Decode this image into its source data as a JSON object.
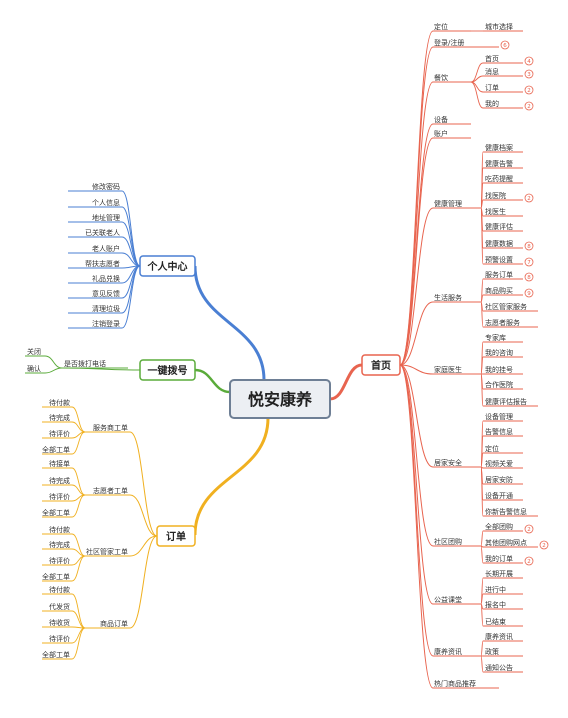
{
  "root": {
    "label": "悦安康养"
  },
  "colors": {
    "home": "#e8644f",
    "personal": "#4a7fd3",
    "dial": "#5aab3a",
    "order": "#f0b020",
    "root_border": "#6e7f95",
    "root_bg": "#eceff3"
  },
  "home": {
    "label": "首页",
    "branches": [
      {
        "label": "定位",
        "children": [
          {
            "label": "城市选择"
          }
        ]
      },
      {
        "label": "登录/注册",
        "badge": "6"
      },
      {
        "label": "餐饮",
        "children": [
          {
            "label": "首页",
            "badge": "4"
          },
          {
            "label": "消息",
            "badge": "3"
          },
          {
            "label": "订单",
            "badge": "2"
          },
          {
            "label": "我的",
            "badge": "2"
          }
        ]
      },
      {
        "label": "设备"
      },
      {
        "label": "账户"
      },
      {
        "label": "健康管理",
        "children": [
          {
            "label": "健康档案"
          },
          {
            "label": "健康告警"
          },
          {
            "label": "吃药提醒"
          },
          {
            "label": "找医院",
            "badge": "2"
          },
          {
            "label": "找医生"
          },
          {
            "label": "健康评估"
          },
          {
            "label": "健康数据",
            "badge": "8"
          },
          {
            "label": "预警设置",
            "badge": "7"
          }
        ]
      },
      {
        "label": "生活服务",
        "children": [
          {
            "label": "服务订单",
            "badge": "8"
          },
          {
            "label": "商品购买",
            "badge": "9"
          },
          {
            "label": "社区管家服务"
          },
          {
            "label": "志愿者服务"
          }
        ]
      },
      {
        "label": "家庭医生",
        "children": [
          {
            "label": "专家库"
          },
          {
            "label": "我的咨询"
          },
          {
            "label": "我的挂号"
          },
          {
            "label": "合作医院"
          },
          {
            "label": "健康评估报告"
          }
        ]
      },
      {
        "label": "居家安全",
        "children": [
          {
            "label": "设备管理"
          },
          {
            "label": "告警信息"
          },
          {
            "label": "定位"
          },
          {
            "label": "视频关爱"
          },
          {
            "label": "居家安防"
          },
          {
            "label": "设备开通"
          },
          {
            "label": "你新告警信息"
          }
        ]
      },
      {
        "label": "社区团购",
        "children": [
          {
            "label": "全部团购",
            "badge": "2"
          },
          {
            "label": "其他团购网点",
            "badge": "2"
          },
          {
            "label": "我的订单",
            "badge": "2"
          }
        ]
      },
      {
        "label": "公益课堂",
        "children": [
          {
            "label": "长期开展"
          },
          {
            "label": "进行中"
          },
          {
            "label": "报名中"
          },
          {
            "label": "已结束"
          }
        ]
      },
      {
        "label": "康养资讯",
        "children": [
          {
            "label": "康养资讯"
          },
          {
            "label": "政策"
          },
          {
            "label": "通知公告"
          }
        ]
      },
      {
        "label": "热门商品推荐"
      }
    ]
  },
  "personal": {
    "label": "个人中心",
    "items": [
      "修改密码",
      "个人信息",
      "地址管理",
      "已关联老人",
      "老人账户",
      "帮扶志愿者",
      "礼品兑换",
      "意见反馈",
      "清理垃圾",
      "注销登录"
    ]
  },
  "dial": {
    "label": "一键拨号",
    "question": "是否拨打电话",
    "options": [
      "关闭",
      "确认"
    ]
  },
  "order": {
    "label": "订单",
    "groups": [
      {
        "label": "服务商工单",
        "items": [
          "待付款",
          "待完成",
          "待评价",
          "全部工单"
        ]
      },
      {
        "label": "志愿者工单",
        "items": [
          "待接单",
          "待完成",
          "待评价",
          "全部工单"
        ]
      },
      {
        "label": "社区管家工单",
        "items": [
          "待付款",
          "待完成",
          "待评价",
          "全部工单"
        ]
      },
      {
        "label": "商品订单",
        "items": [
          "待付款",
          "代发货",
          "待收货",
          "待评价",
          "全部工单"
        ]
      }
    ]
  }
}
